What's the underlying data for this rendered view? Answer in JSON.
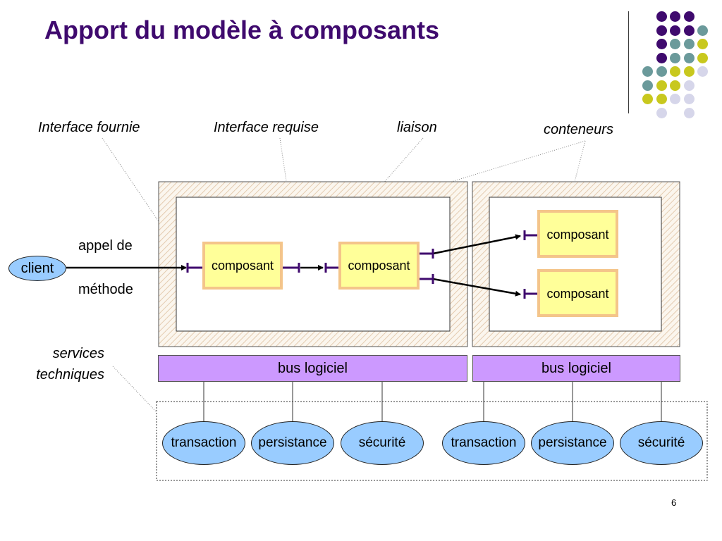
{
  "title": "Apport du modèle à composants",
  "labels": {
    "interface_fournie": "Interface fournie",
    "interface_requise": "Interface requise",
    "liaison": "liaison",
    "conteneurs": "conteneurs",
    "appel_de": "appel de",
    "methode": "méthode",
    "services_line1": "services",
    "services_line2": "techniques"
  },
  "client": "client",
  "components": {
    "c1": "composant",
    "c2": "composant",
    "c3": "composant",
    "c4": "composant"
  },
  "buses": {
    "left": "bus logiciel",
    "right": "bus logiciel"
  },
  "services": {
    "left": [
      "transaction",
      "persistance",
      "sécurité"
    ],
    "right": [
      "transaction",
      "persistance",
      "sécurité"
    ]
  },
  "page_number": "6",
  "colors": {
    "title": "#3f0a6e",
    "component_fill": "#ffff99",
    "component_border": "#f4c58a",
    "bus_fill": "#cc99ff",
    "ellipse_fill": "#99ccff",
    "interface_color": "#3f0a6e",
    "dot_purple": "#3f0a6e",
    "dot_teal": "#6b9a9b",
    "dot_yellow": "#c8c81e",
    "dot_lavender": "#d6d6ea"
  }
}
